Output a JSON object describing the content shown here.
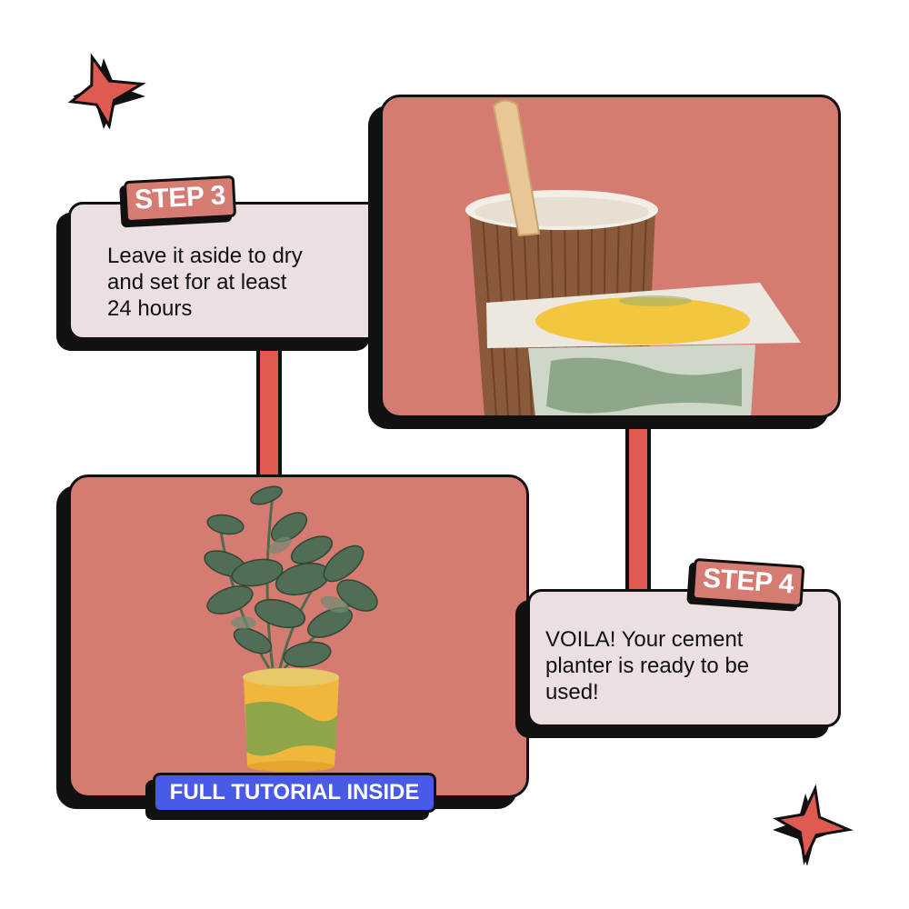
{
  "step3": {
    "tag": "STEP 3",
    "text": [
      "Leave it aside to dry",
      "and set for at least",
      "24 hours"
    ]
  },
  "step4": {
    "tag": "STEP 4",
    "text": [
      "VOILA! Your cement",
      "planter is ready to be",
      "used!"
    ]
  },
  "cta": {
    "label": "FULL TUTORIAL INSIDE"
  },
  "colors": {
    "card_pink": "#d67b72",
    "card_light": "#ebdfe0",
    "accent_red": "#e05a50",
    "cta_blue": "#4a5ae8",
    "outline": "#111111"
  },
  "icons": [
    "sparkle-star-icon",
    "sparkle-star-icon"
  ]
}
